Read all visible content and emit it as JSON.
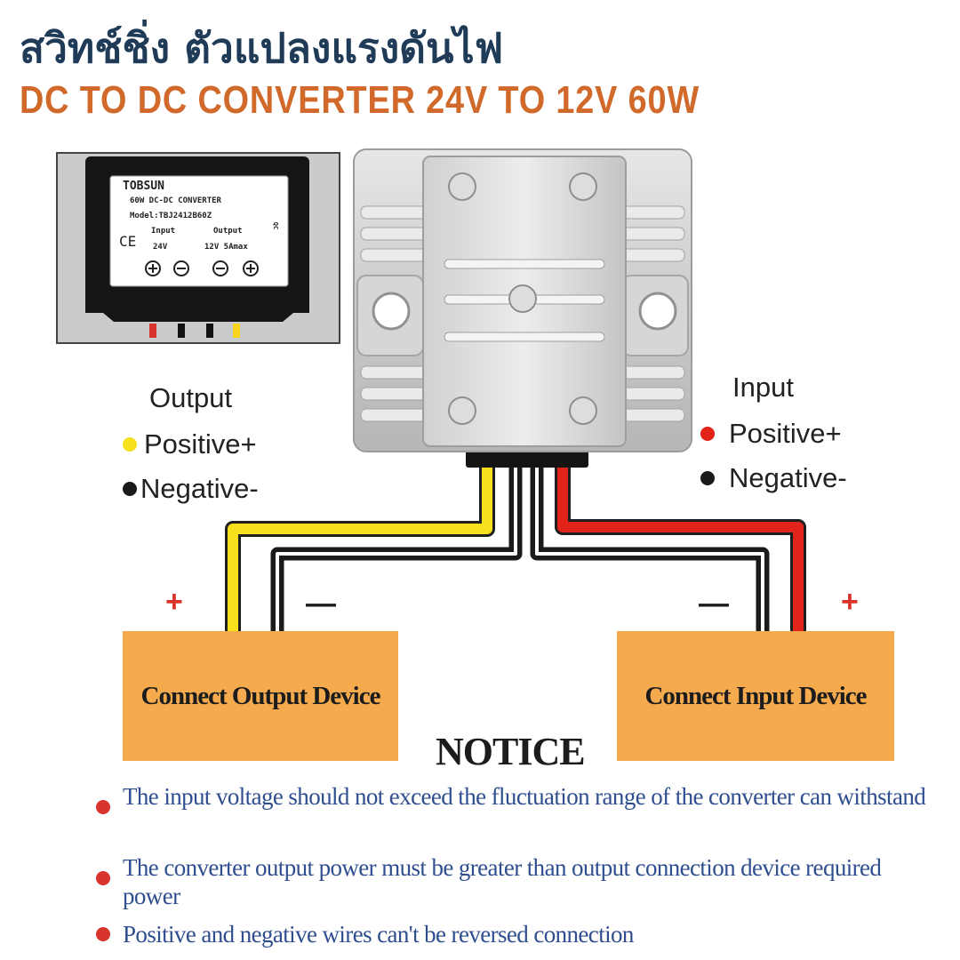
{
  "header": {
    "title_th": "สวิทช์ชิ่ง ตัวแปลงแรงดันไฟ",
    "title_en": "DC TO DC CONVERTER 24V TO 12V 60W"
  },
  "label_plate": {
    "brand": "TOBSUN",
    "line1": "60W DC-DC CONVERTER",
    "model": "Model:TBJ2412B60Z",
    "ce": "CE",
    "input_label": "Input",
    "input_value": "24V",
    "output_label": "Output",
    "output_value": "12V 5Amax",
    "side_code": "QC"
  },
  "legend_output": {
    "heading": "Output",
    "positive": "Positive+",
    "negative": "Negative-"
  },
  "legend_input": {
    "heading": "Input",
    "positive": "Positive+",
    "negative": "Negative-"
  },
  "terminals": {
    "out_plus": "+",
    "out_minus": "—",
    "in_minus": "—",
    "in_plus": "+"
  },
  "devices": {
    "output": "Connect Output Device",
    "input": "Connect Input Device"
  },
  "notice": {
    "title": "NOTICE",
    "items": [
      "The input voltage  should not exceed the fluctuation range of the converter can withstand",
      "The converter output power must be  greater than output connection device required power",
      "Positive and negative wires can't be  reversed connection"
    ]
  },
  "colors": {
    "title_th": "#1f3b57",
    "title_en": "#d0692a",
    "device_box": "#f5aa4e",
    "notice_text": "#2f4e8f",
    "bullet": "#d9342b",
    "wire_yellow": "#f7e11c",
    "wire_red": "#e2231a",
    "wire_black": "#1a1a1a"
  }
}
